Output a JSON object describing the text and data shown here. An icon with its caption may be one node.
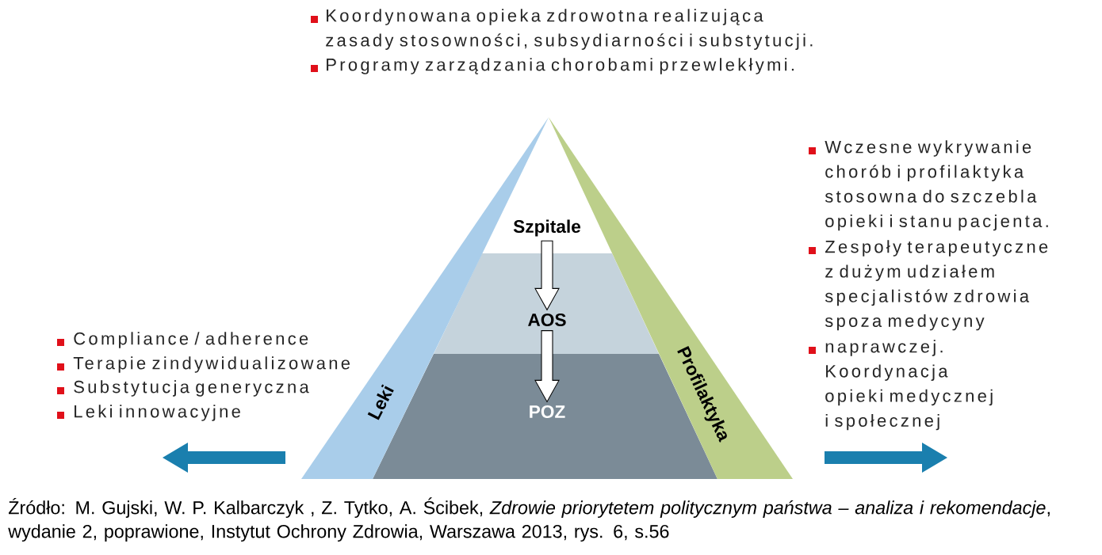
{
  "diagram": {
    "caption": "Źródło: M. Gujski, W. P. Kalbarczyk , Z. Tytko, A. Ścibek, *Zdrowie priorytetem politycznym państwa – analiza i rekomendacje*, wydanie 2, poprawione, Instytut Ochrony Zdrowia, Warszawa 2013, rys. 6, s.56",
    "nodes": [
      {
        "text": [
          "Szpitale"
        ]
      },
      {
        "text": [
          "AOS"
        ]
      },
      {
        "text": [
          "POZ"
        ]
      },
      {
        "text": [
          "Leki"
        ]
      },
      {
        "text": [
          "Profilaktyka"
        ]
      }
    ],
    "edges": [
      {
        "from": 0,
        "to": 1,
        "arrow": "to"
      },
      {
        "from": 1,
        "to": 2,
        "arrow": "to"
      }
    ],
    "labels": [
      "Koordynowana opieka zdrowotna realizująca zasady stosowności, subsydiarności i substytucji.",
      "Programy zarządzania chorobami przewlekłymi.",
      "Wczesne wykrywanie chorób i profilaktyka stosowna do szczebla opieki i stanu pacjenta.",
      "Zespoły terapeutyczne z dużym udziałem specjalistów zdrowia spoza medycyny",
      "naprawczej. Koordynacja opieki medycznej i społecznej",
      "Compliance / adherence",
      "Terapie zindywidualizowane",
      "Substytucja generyczna",
      "Leki innowacyjne"
    ]
  }
}
